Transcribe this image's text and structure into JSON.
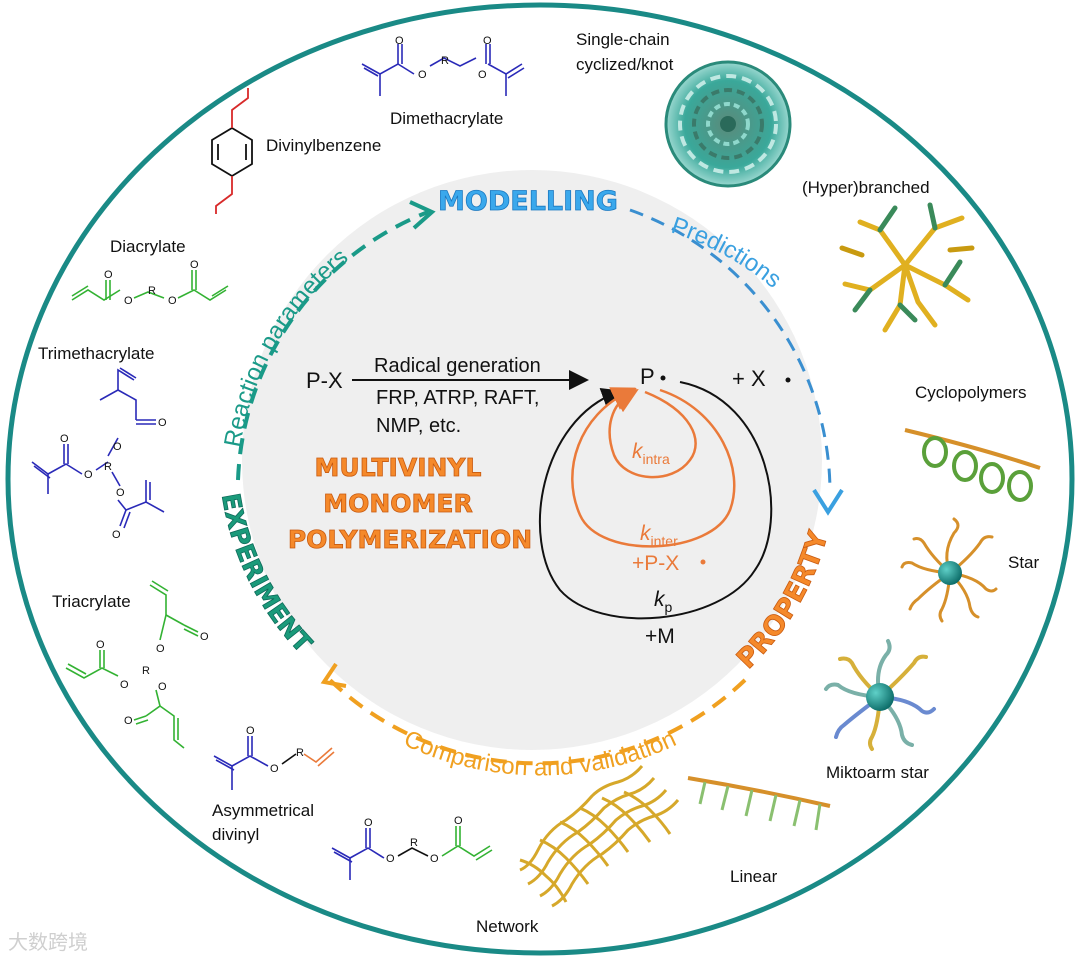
{
  "center": {
    "title_lines": [
      "MULTIVINYL",
      "MONOMER",
      "POLYMERIZATION"
    ],
    "reactant": "P-X",
    "arrow_label": "Radical generation",
    "methods_line1": "FRP, ATRP, RAFT,",
    "methods_line2": "NMP, etc.",
    "radical": "P",
    "plus_x": "+  X",
    "k_intra": "k",
    "k_intra_sub": "intra",
    "k_inter": "k",
    "k_inter_sub": "inter",
    "plus_px": "+P-X",
    "k_p": "k",
    "k_p_sub": "p",
    "plus_m": "+M"
  },
  "cycle": {
    "modelling": "MODELLING",
    "property": "PROPERTY",
    "experiment": "EXPERIMENT",
    "predictions": "Predictions",
    "reaction_parameters": "Reaction parameters",
    "comparison": "Comparison and validation"
  },
  "monomers": {
    "dimethacrylate": "Dimethacrylate",
    "divinylbenzene": "Divinylbenzene",
    "diacrylate": "Diacrylate",
    "trimethacrylate": "Trimethacrylate",
    "triacrylate": "Triacrylate",
    "asym_line1": "Asymmetrical",
    "asym_line2": "divinyl",
    "r": "R",
    "o": "O"
  },
  "architectures": {
    "single_chain_line1": "Single-chain",
    "single_chain_line2": "cyclized/knot",
    "hyperbranched": "(Hyper)branched",
    "cyclopolymers": "Cyclopolymers",
    "star": "Star",
    "miktoarm": "Miktoarm star",
    "linear": "Linear",
    "network": "Network"
  },
  "watermark": "大数跨境",
  "colors": {
    "ring": "#1a8a86",
    "teal": "#1a9a88",
    "blue": "#3a9ad9",
    "orange": "#f0a020",
    "center_orange": "#ea7a3a",
    "center_fill": "#efefef",
    "mono_blue": "#2a2ab8",
    "mono_green": "#33b233",
    "mono_red": "#d82a2a"
  }
}
